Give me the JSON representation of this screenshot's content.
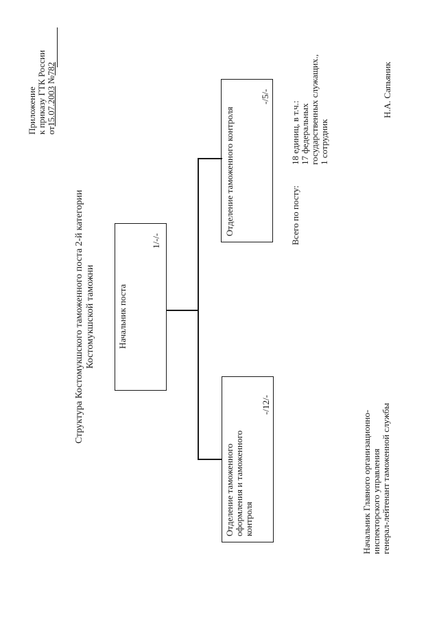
{
  "appendix": {
    "line1": "Приложение",
    "line2": "к приказу ГТК России",
    "line3_prefix": "от",
    "date": "15.07.2003",
    "number_sign": "№",
    "number": "782"
  },
  "title": {
    "line1": "Структура Костомукшского таможенного поста 2-й категории",
    "line2": "Костомукшской таможни"
  },
  "org": {
    "head": {
      "label": "Начальник поста",
      "count": "1/-/-"
    },
    "dept1": {
      "line1": "Отделение таможенного",
      "line2": "оформления и таможенного",
      "line3": "контроля",
      "count": "-/12/-"
    },
    "dept2": {
      "label": "Отделение таможенного контроля",
      "count": "-/5/-"
    }
  },
  "totals": {
    "label": "Всего по посту:",
    "line1": "18 единиц, в т.ч.:",
    "line2": "17 федеральных",
    "line3": "государственных служащих.,",
    "line4": "1 сотрудник"
  },
  "signature": {
    "line1": "Начальник Главного организационно-",
    "line2": "инспекторского управления",
    "line3": "генерал-лейтенант таможенной службы",
    "name": "Н.А. Сапьяник"
  }
}
